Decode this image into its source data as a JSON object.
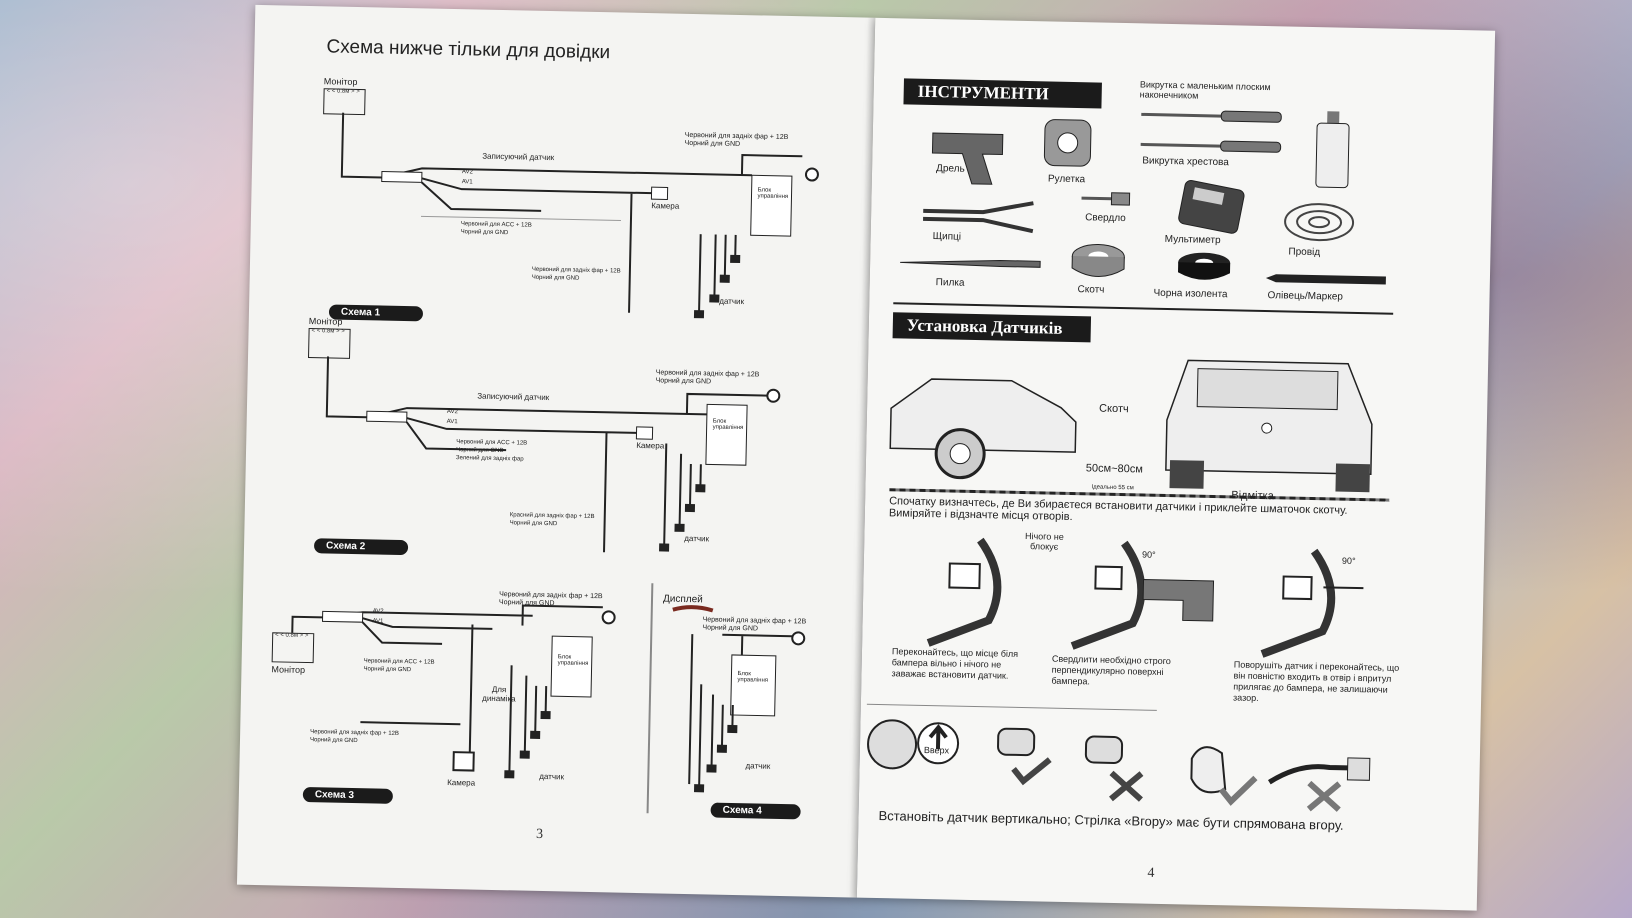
{
  "left_page": {
    "heading": "Схема нижче тільки для довідки",
    "page_number": "3",
    "schemes": [
      {
        "badge": "Схема 1",
        "monitor": "Монітор",
        "monitor_box": "< < 0.8м > >",
        "trigger": "Записуючий датчик",
        "av2": "AV2",
        "av1": "AV1",
        "rear_red": "Червоний для задніх фар + 12В",
        "rear_black": "Чорний для GND",
        "acc_red": "Червоний для ACC + 12В",
        "acc_black": "Чорний для GND",
        "rear_red_2": "Червоний для задніх фар + 12В",
        "rear_black_2": "Чорний для GND",
        "camera": "Камера",
        "control_unit": "Блок управління",
        "sensor": "датчик"
      },
      {
        "badge": "Схема 2",
        "monitor": "Монітор",
        "monitor_box": "< < 0.8м > >",
        "trigger": "Записуючий датчик",
        "av2": "AV2",
        "av1": "AV1",
        "rear_red": "Червоний для задніх фар + 12В",
        "rear_black": "Чорний для GND",
        "acc_red": "Червоний для ACC + 12В",
        "acc_black": "Чорний для GND",
        "green": "Зелений для задніх фар",
        "rear_red_2": "Красний для задніх фар + 12В",
        "rear_black_2": "Чорний для GND",
        "camera": "Камера",
        "control_unit": "Блок управління",
        "sensor": "датчик"
      },
      {
        "badge": "Схема 3",
        "monitor": "Монітор",
        "monitor_box": "< < 0.8м > >",
        "av2": "AV2",
        "av1": "AV1",
        "rear_red": "Червоний для задніх фар + 12В",
        "rear_black": "Чорний для GND",
        "acc_red": "Червоний для ACC + 12В",
        "acc_black": "Чорний для GND",
        "rear_red_2": "Червоний для задніх фар + 12В",
        "rear_black_2": "Чорний для GND",
        "speaker": "Для динаміка",
        "camera": "Камера",
        "control_unit": "Блок управління",
        "sensor": "датчик"
      },
      {
        "badge": "Схема 4",
        "display": "Дисплей",
        "rear_red": "Червоний для задніх фар + 12В",
        "rear_black": "Чорний для GND",
        "control_unit": "Блок управління",
        "sensor": "датчик"
      }
    ]
  },
  "right_page": {
    "page_number": "4",
    "tools_heading": "ІНСТРУМЕНТИ",
    "tools": {
      "drill": "Дрель",
      "tape": "Рулетка",
      "flat_screwdriver": "Викрутка с маленьким плоским наконечником",
      "cross_screwdriver": "Викрутка хрестова",
      "pliers": "Щипці",
      "drill_bit": "Свердло",
      "multimeter": "Мультиметр",
      "wire": "Провід",
      "file": "Пилка",
      "tape_roll": "Скотч",
      "black_tape": "Чорна изолента",
      "marker": "Олівець/Маркер"
    },
    "install_heading": "Установка Датчиків",
    "car_labels": {
      "tape": "Скотч",
      "height": "50см~80см",
      "ideal": "Ідеально 55 см",
      "mark": "Відмітка"
    },
    "instruction_1": "Спочатку визначтесь, де Ви збираєтеся встановити датчики і приклейте шматочок скотчу.",
    "instruction_2": "Виміряйте і відзначте місця отворів.",
    "nothing_blocks": "Нічого не блокує",
    "angle": "90°",
    "step_1": "Переконайтесь, що місце біля бампера вільно і нічого не заважає встановити датчик.",
    "step_2": "Свердлити необхідно строго перпендикулярно поверхні бампера.",
    "step_3": "Поворушіть датчик і переконайтесь, що він повністю входить в отвір і впритул прилягає до бампера, не залишаючи зазор.",
    "up_label": "Вверх",
    "footer_instruction": "Встановіть датчик вертикально; Стрілка «Вгору» має бути спрямована вгору."
  }
}
